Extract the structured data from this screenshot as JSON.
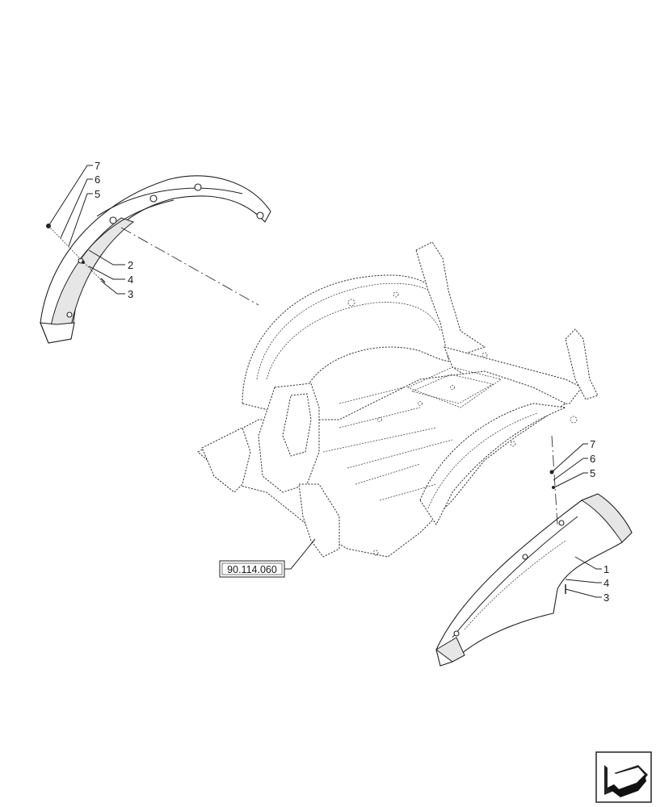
{
  "reference_box": {
    "label": "90.114.060"
  },
  "callouts": {
    "left_fender": {
      "item7": "7",
      "item6": "6",
      "item5": "5",
      "item2": "2",
      "item4": "4",
      "item3": "3"
    },
    "right_fender": {
      "item7": "7",
      "item6": "6",
      "item5": "5",
      "item1": "1",
      "item4": "4",
      "item3": "3"
    }
  },
  "nav_icon": {
    "name": "next-page-arrow-icon"
  }
}
